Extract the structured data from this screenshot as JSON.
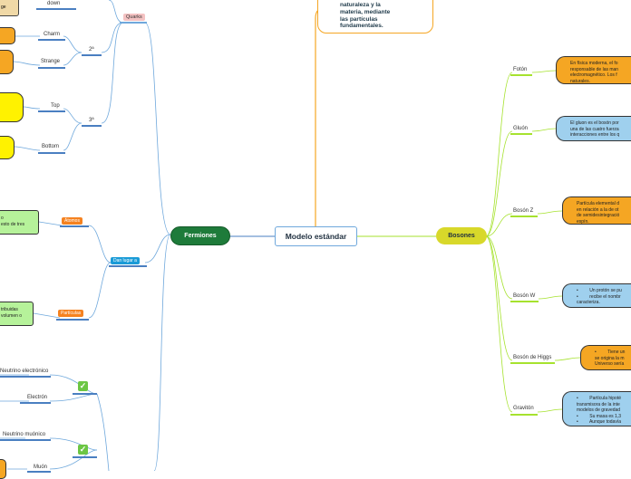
{
  "center": {
    "title": "Modelo estándar"
  },
  "top_box": {
    "lines": [
      "naturaleza y la",
      "materia, mediante",
      "las partículas",
      "fundamentales."
    ]
  },
  "fermiones": {
    "label": "Fermiones"
  },
  "bosones": {
    "label": "Bosones"
  },
  "quarks": {
    "tag": "Quarks",
    "down": "down",
    "gen2": "2ª",
    "gen3": "3ª",
    "charm": "Charm",
    "strange": "Strange",
    "top": "Top",
    "bottom": "Bottom",
    "partial_box": "ge"
  },
  "dan_lugar": {
    "tag": "Dan lugar a",
    "atomos": "Átomos",
    "atomos_box": [
      "o",
      "esto de tres"
    ],
    "particulas": "Partículas",
    "particulas_box": [
      "tribuidas",
      "volumen o"
    ]
  },
  "leptones": {
    "neutrino_electronico": "Neutrino electrónico",
    "electron": "Electrón",
    "neutrino_muonico": "Neutrino muónico",
    "muon": "Muón"
  },
  "boson_items": [
    {
      "label": "Fotón",
      "text": [
        "En física moderna, el fo",
        "responsable de las man",
        "electromagnético. Los f",
        "naturales."
      ]
    },
    {
      "label": "Gluón",
      "text": [
        "El gluon es el bosón por",
        "una de las cuatro fuerza",
        "interacciones entre los q"
      ]
    },
    {
      "label": "Bosón Z",
      "text": [
        "Partícula elemental d",
        "en relación a la de ot",
        "de semidesintegració",
        "espín."
      ]
    },
    {
      "label": "Bosón W",
      "text": [
        "•         Un protón se pu",
        "•         recibe el nombr",
        "caracteriza."
      ]
    },
    {
      "label": "Bosón de Higgs",
      "text": [
        "•         Tiene un",
        "se origina la m",
        "Universo sería"
      ]
    },
    {
      "label": "Gravitón",
      "text": [
        "•         Partícula hipoté",
        "transmisora de la inte",
        "modelos de gravedad",
        "•         Su masa es 1,3",
        "•         Aunque todavía"
      ]
    }
  ],
  "colors": {
    "fermiones_fill": "#1e7b3a",
    "bosones_fill": "#d8d82a",
    "orange": "#f5a623",
    "blue": "#9fd0ee",
    "yellow": "#fff200",
    "green": "#b6f29a",
    "tan": "#f0d9a7",
    "check": "#6cc644"
  }
}
